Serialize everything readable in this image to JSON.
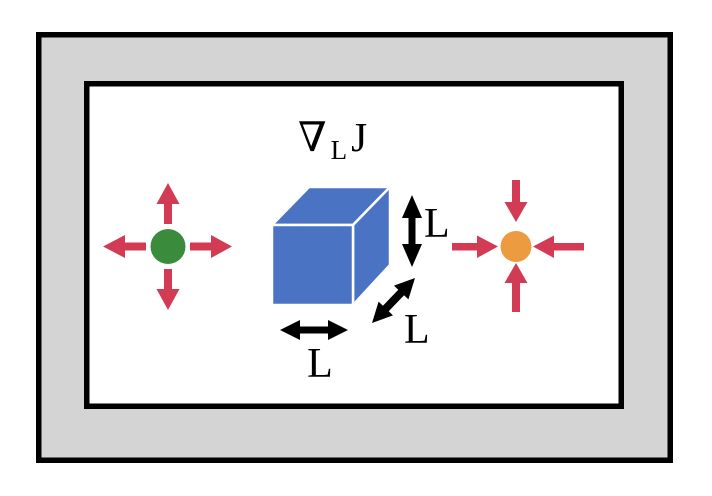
{
  "colors": {
    "black": "#000000",
    "gray_band": "#d4d4d4",
    "white": "#ffffff",
    "cube_blue": "#4a73c4",
    "expand_green": "#3b8b3d",
    "compress_orange": "#ec9b40",
    "arrow_red": "#d23b53"
  },
  "formula": {
    "nabla": "∇",
    "subscript": "L",
    "variable": "J"
  },
  "dimension_labels": {
    "height": "L",
    "depth": "L",
    "width": "L"
  }
}
